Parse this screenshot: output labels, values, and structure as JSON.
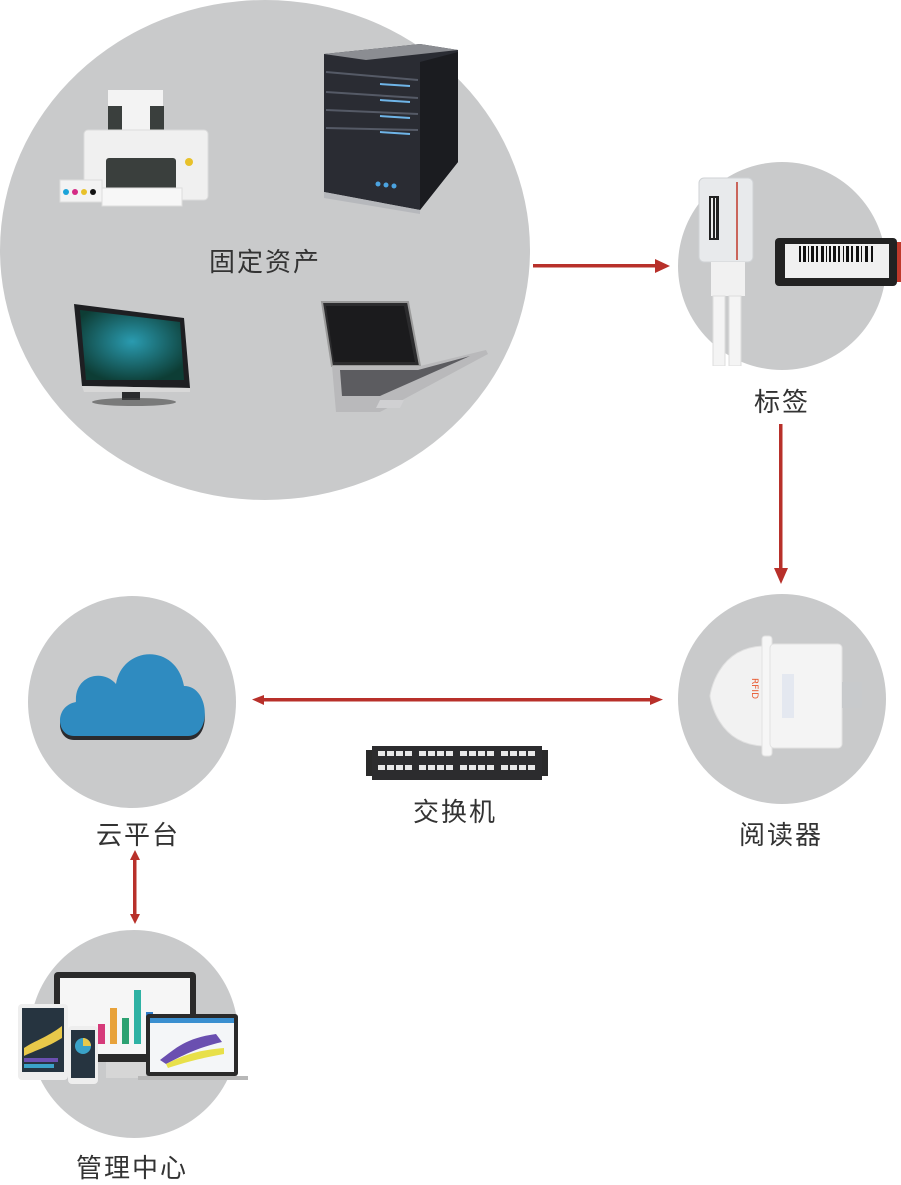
{
  "nodes": {
    "fixed_assets": {
      "label": "固定资产",
      "items": [
        "printer",
        "server",
        "desktop-monitor",
        "laptop"
      ]
    },
    "tag": {
      "label": "标签"
    },
    "reader": {
      "label": "阅读器"
    },
    "cloud": {
      "label": "云平台"
    },
    "switch": {
      "label": "交换机"
    },
    "management": {
      "label": "管理中心"
    }
  },
  "edges": [
    {
      "from": "fixed_assets",
      "to": "tag",
      "direction": "forward"
    },
    {
      "from": "tag",
      "to": "reader",
      "direction": "forward"
    },
    {
      "from": "reader",
      "to": "cloud",
      "direction": "bidirectional",
      "via": "switch"
    },
    {
      "from": "cloud",
      "to": "management",
      "direction": "bidirectional"
    }
  ],
  "colors": {
    "arrow": "#b8302a",
    "circle": "#c9cacb",
    "text": "#333333",
    "cloud": "#2f8bc0"
  }
}
